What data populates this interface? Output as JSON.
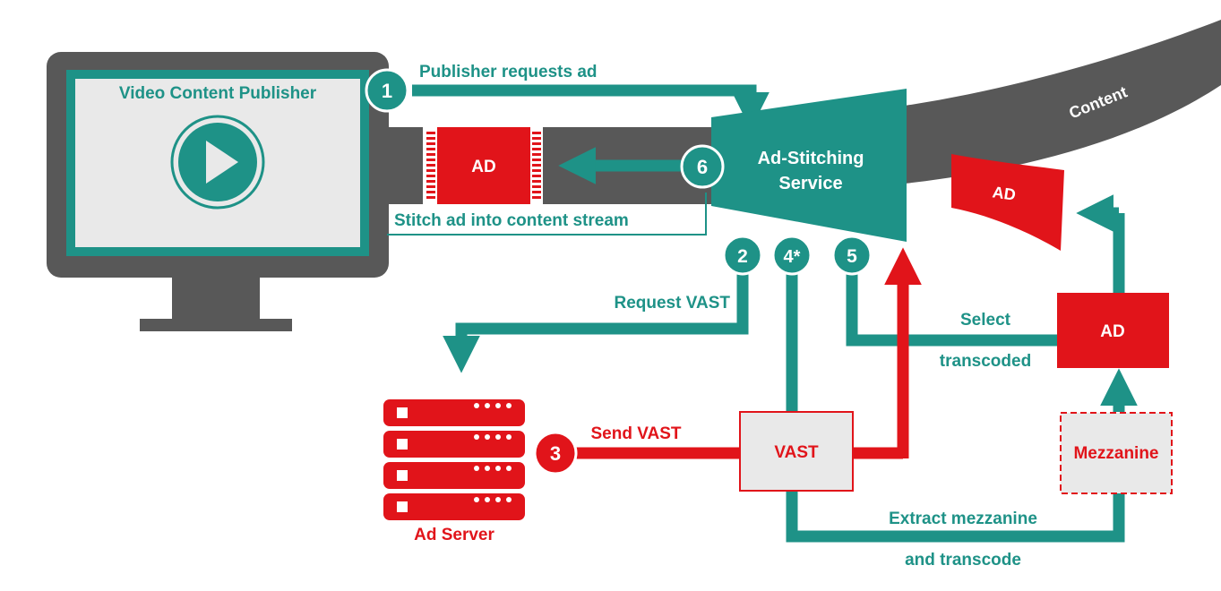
{
  "colors": {
    "teal": "#1e9287",
    "red": "#e1141a",
    "gray": "#585858",
    "lightgray": "#e9e9e9"
  },
  "monitor": {
    "title": "Video Content Publisher",
    "icon": "play-icon"
  },
  "service": {
    "line1": "Ad-Stitching",
    "line2": "Service"
  },
  "content_label": "Content",
  "ad_label": "AD",
  "vast_label": "VAST",
  "mezzanine_label": "Mezzanine",
  "ad_server": {
    "label": "Ad Server",
    "icon": "server-stack-icon"
  },
  "steps": [
    {
      "number": "1",
      "label": "Publisher requests ad"
    },
    {
      "number": "2",
      "label": "Request VAST"
    },
    {
      "number": "3",
      "label": "Send VAST"
    },
    {
      "number": "4*",
      "label1": "Extract mezzanine",
      "label2": "and transcode"
    },
    {
      "number": "5",
      "label1": "Select",
      "label2": "transcoded"
    },
    {
      "number": "6",
      "label": "Stitch ad into content stream"
    }
  ]
}
